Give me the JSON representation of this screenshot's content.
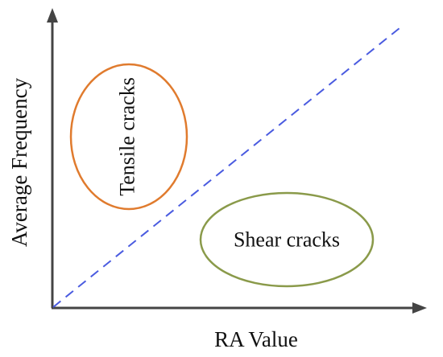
{
  "diagram": {
    "x_axis_label": "RA Value",
    "y_axis_label": "Average Frequency",
    "regions": [
      {
        "id": "tensile",
        "label": "Tensile cracks",
        "color": "#E07B2E"
      },
      {
        "id": "shear",
        "label": "Shear cracks",
        "color": "#8A9A4A"
      }
    ],
    "divider_color": "#4A5BE0",
    "axis_color": "#444444"
  }
}
